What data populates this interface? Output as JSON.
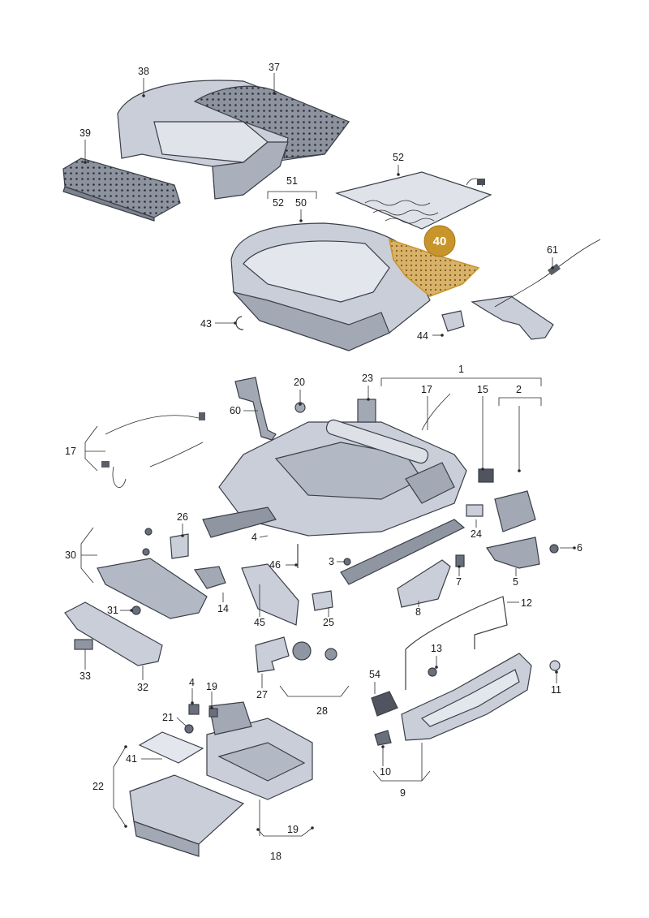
{
  "highlight": {
    "label": "40",
    "color": "#c8952a"
  },
  "colors": {
    "part_fill": "#c9ced8",
    "part_dark": "#8a909c",
    "outline": "#3a3f48"
  },
  "labels": {
    "p38": "38",
    "p37": "37",
    "p39": "39",
    "p52a": "52",
    "p51": "51",
    "p52b": "52",
    "p50": "50",
    "p61": "61",
    "p43": "43",
    "p44": "44",
    "p1": "1",
    "p20": "20",
    "p23": "23",
    "p17a": "17",
    "p15": "15",
    "p2": "2",
    "p60": "60",
    "p17b": "17",
    "p26": "26",
    "p4a": "4",
    "p30": "30",
    "p46": "46",
    "p3": "3",
    "p24": "24",
    "p6": "6",
    "p14": "14",
    "p7": "7",
    "p5": "5",
    "p45": "45",
    "p25": "25",
    "p8": "8",
    "p12": "12",
    "p31": "31",
    "p33": "33",
    "p32": "32",
    "p13": "13",
    "p54": "54",
    "p11": "11",
    "p27": "27",
    "p28": "28",
    "p4b": "4",
    "p19a": "19",
    "p21": "21",
    "p10": "10",
    "p9": "9",
    "p41": "41",
    "p22": "22",
    "p19b": "19",
    "p18": "18"
  }
}
